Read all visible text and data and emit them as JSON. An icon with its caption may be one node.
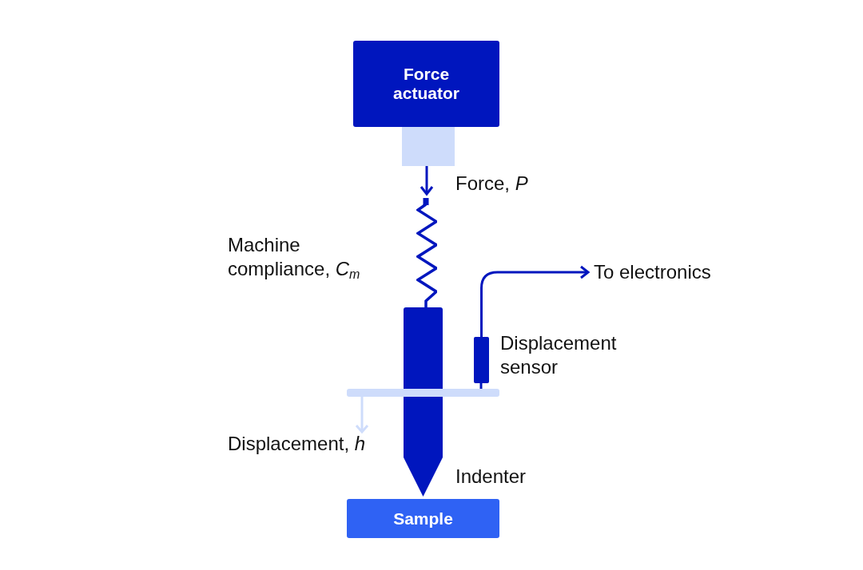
{
  "diagram": {
    "nodes": [
      {
        "text": [
          "Force actuator"
        ]
      },
      {
        "text": [],
        "shape": "spring",
        "beside": [
          "Machine compliance, *C*$_{m}$"
        ]
      },
      {
        "text": [
          "To electronics"
        ]
      },
      {
        "text": [],
        "shape": "bar",
        "beside": [
          "Indenter"
        ]
      },
      {
        "text": [],
        "shape": "box",
        "beside": [
          "Displacement sensor"
        ]
      },
      {
        "text": [
          "Sample"
        ]
      }
    ],
    "edges": [
      {
        "from": 0,
        "to": 1,
        "arrow": "to",
        "label": "Force, *P*"
      },
      {
        "from": 4,
        "to": 2,
        "arrow": "to"
      }
    ],
    "labels": [
      "Displacement, *h*"
    ]
  }
}
